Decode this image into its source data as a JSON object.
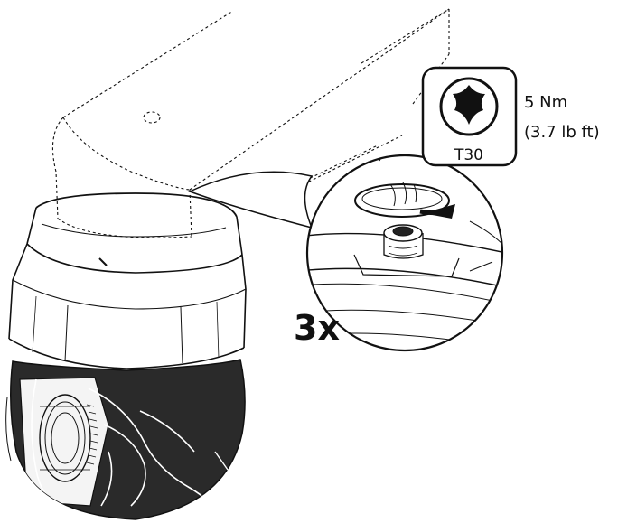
{
  "tool": {
    "bit": "T30",
    "icon": "torx-bit-icon"
  },
  "torque": {
    "metric": "5 Nm",
    "imperial": "(3.7 lb ft)"
  },
  "repeat": {
    "count": "3x"
  },
  "icons": {
    "rotation": "clockwise-arrow-icon",
    "screw": "torx-screw-icon",
    "camera": "ptz-dome-camera-icon",
    "bracket": "mount-bracket-icon"
  },
  "colors": {
    "line": "#111111",
    "dome": "#2a2a2a",
    "background": "#ffffff"
  }
}
